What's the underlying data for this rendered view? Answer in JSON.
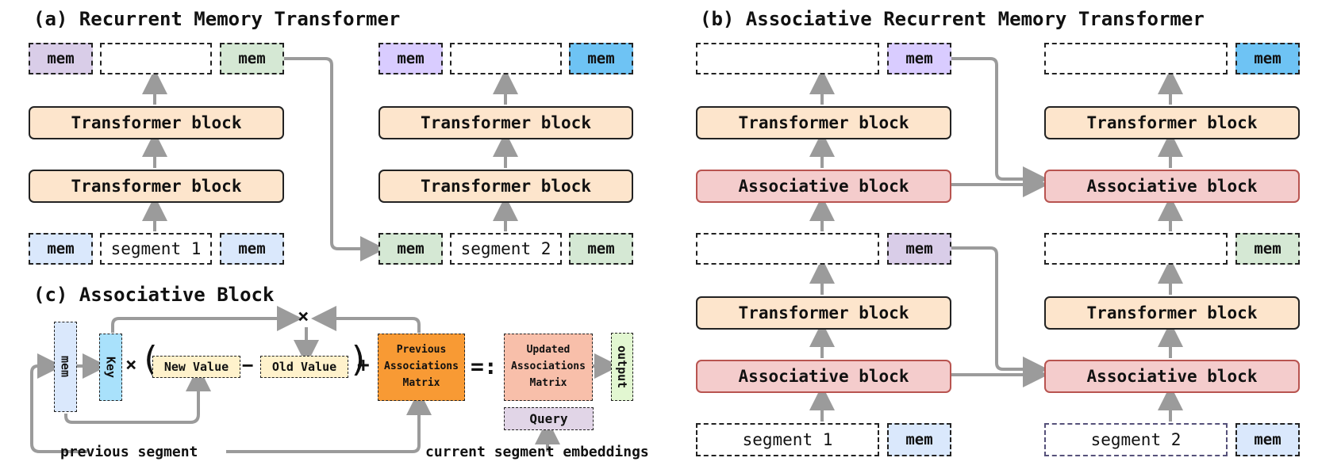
{
  "titles": {
    "a": "(a) Recurrent Memory Transformer",
    "b": "(b) Associative Recurrent Memory Transformer",
    "c": "(c) Associative Block"
  },
  "blocks": {
    "mem": "mem",
    "transformer": "Transformer block",
    "associative": "Associative block",
    "segment1": "segment 1",
    "segment2": "segment 2"
  },
  "assoc": {
    "mem": "mem",
    "key": "Key",
    "new_value": "New Value",
    "old_value": "Old Value",
    "prev_matrix": "Previous Associations Matrix",
    "updated_matrix": "Updated Associations Matrix",
    "output": "output",
    "query": "Query",
    "prev_segment": "previous segment",
    "cur_segment": "current segment embeddings",
    "times": "×",
    "minus": "−",
    "plus": "+",
    "assign": "=:"
  },
  "colors": {
    "mem_purple": "#d9cde8",
    "mem_green": "#d5e8d4",
    "mem_blue": "#dae8fc",
    "mem_violet": "#d9ccff",
    "mem_cyan": "#6ec3f4",
    "transformer": "#fde5cc",
    "associative": "#f4cccc",
    "arrow": "#9b9b9b"
  }
}
